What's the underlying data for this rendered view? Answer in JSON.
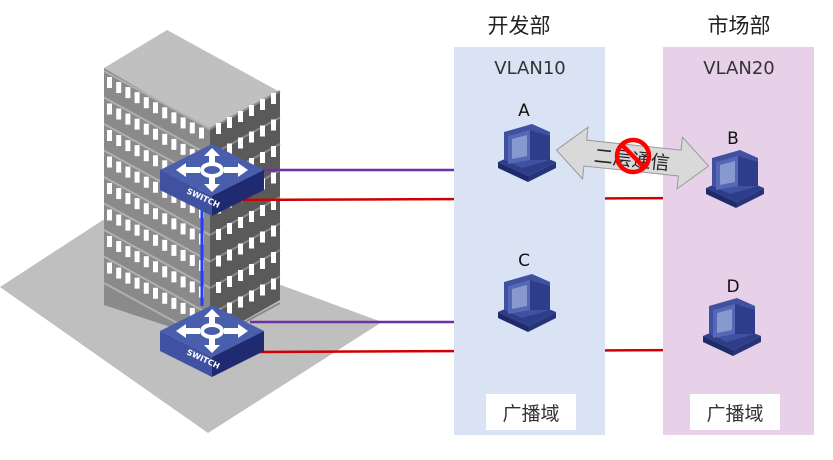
{
  "departments": [
    {
      "name": "开发部",
      "vlan": "VLAN10",
      "broadcast_domain": "广播域",
      "color": "#dae3f3"
    },
    {
      "name": "市场部",
      "vlan": "VLAN20",
      "broadcast_domain": "广播域",
      "color": "#e6d1e8"
    }
  ],
  "hosts": [
    {
      "label": "A",
      "vlan": "VLAN10"
    },
    {
      "label": "B",
      "vlan": "VLAN20"
    },
    {
      "label": "C",
      "vlan": "VLAN10"
    },
    {
      "label": "D",
      "vlan": "VLAN20"
    }
  ],
  "switches": [
    {
      "label": "SWITCH"
    },
    {
      "label": "SWITCH"
    }
  ],
  "communication": {
    "label": "二层通信",
    "status": "blocked"
  },
  "colors": {
    "vlan10_link": "#7030a0",
    "vlan20_link": "#d00000",
    "trunk_link": "#1f3fff",
    "device": "#3f51a0"
  }
}
